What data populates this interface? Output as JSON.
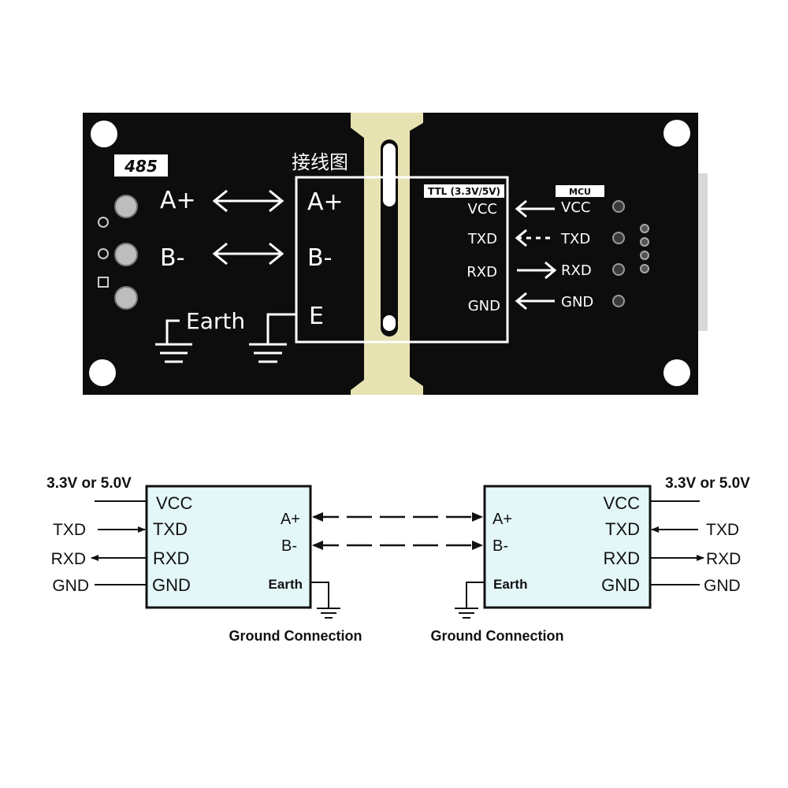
{
  "board": {
    "badge": "485",
    "wiring_title": "接线图",
    "left_labels": {
      "a": "A+",
      "b": "B-",
      "earth": "Earth"
    },
    "box_labels": {
      "a": "A+",
      "b": "B-",
      "e": "E"
    },
    "ttl_header": "TTL (3.3V/5V)",
    "ttl_pins": [
      "VCC",
      "TXD",
      "RXD",
      "GND"
    ],
    "mcu_header": "MCU",
    "mcu_pins": [
      "VCC",
      "TXD",
      "RXD",
      "GND"
    ],
    "colors": {
      "pcb": "#0d0d0d",
      "fr4": "#e7e2b2",
      "silk": "#ffffff"
    }
  },
  "diagram": {
    "left": {
      "supply": "3.3V or 5.0V",
      "ext_labels": [
        "TXD",
        "RXD",
        "GND"
      ],
      "pins": [
        "VCC",
        "TXD",
        "RXD",
        "GND"
      ],
      "bus": [
        "A+",
        "B-"
      ],
      "earth": "Earth",
      "ground_caption": "Ground Connection"
    },
    "right": {
      "supply": "3.3V or 5.0V",
      "ext_labels": [
        "TXD",
        "RXD",
        "GND"
      ],
      "pins": [
        "VCC",
        "TXD",
        "RXD",
        "GND"
      ],
      "bus": [
        "A+",
        "B-"
      ],
      "earth": "Earth",
      "ground_caption": "Ground Connection"
    },
    "colors": {
      "box_fill": "#e4f7f8",
      "line": "#111111"
    }
  }
}
